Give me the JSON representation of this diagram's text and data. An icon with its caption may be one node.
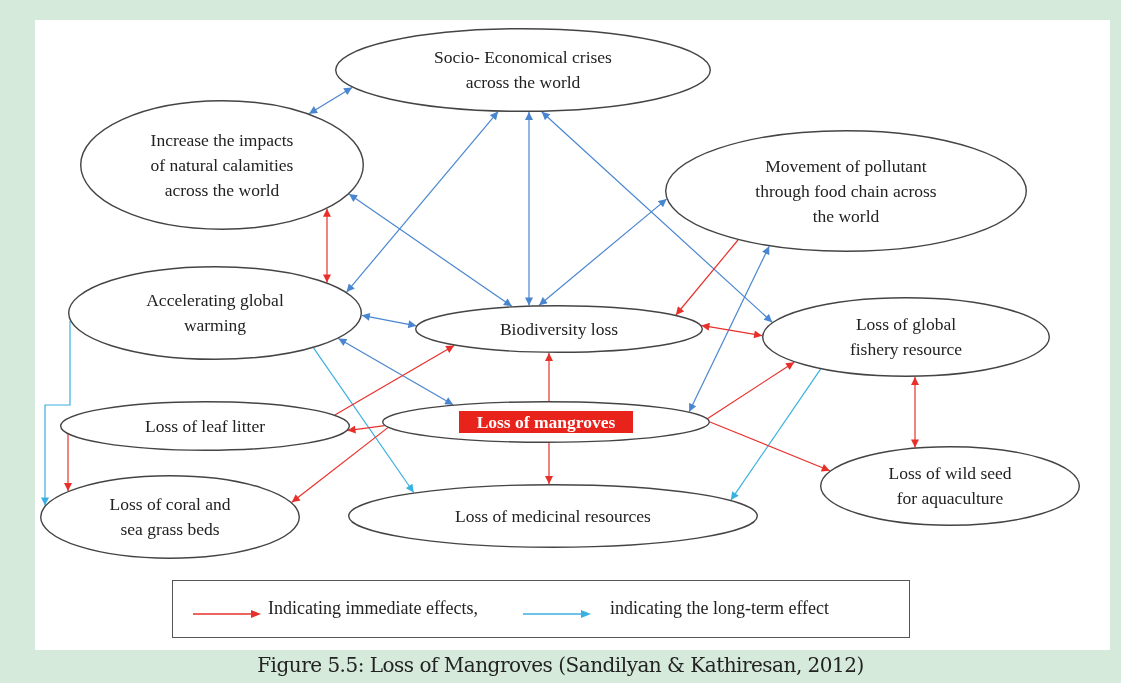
{
  "diagram": {
    "caption": "Figure 5.5: Loss of Mangroves (Sandilyan & Kathiresan, 2012)",
    "nodes": [
      {
        "text": [
          "Socio- Economical crises across the world"
        ]
      },
      {
        "text": [
          "Increase the impacts of natural calamities across the world"
        ]
      },
      {
        "text": [
          "Movement of pollutant through food chain across the world"
        ]
      },
      {
        "text": [
          "Accelerating global warming"
        ]
      },
      {
        "text": [
          "Biodiversity loss"
        ]
      },
      {
        "text": [
          "Loss of global fishery resource"
        ]
      },
      {
        "text": [
          "Loss of leaf litter"
        ]
      },
      {
        "text": [
          "Loss of mangroves"
        ]
      },
      {
        "text": [
          "Loss of wild seed for aquaculture"
        ]
      },
      {
        "text": [
          "Loss of coral and sea grass beds"
        ]
      },
      {
        "text": [
          "Loss of medicinal resources"
        ]
      }
    ],
    "edges": [
      {
        "from": 1,
        "to": 0,
        "arrow": "both",
        "color": "#4a86d0"
      },
      {
        "from": 0,
        "to": 3,
        "arrow": "both",
        "color": "#4a86d0"
      },
      {
        "from": 0,
        "to": 4,
        "arrow": "both",
        "color": "#4a86d0"
      },
      {
        "from": 0,
        "to": 5,
        "arrow": "both",
        "color": "#4a86d0"
      },
      {
        "from": 1,
        "to": 4,
        "arrow": "both",
        "color": "#4a86d0"
      },
      {
        "from": 3,
        "to": 4,
        "arrow": "both",
        "color": "#4a86d0"
      },
      {
        "from": 3,
        "to": 7,
        "arrow": "both",
        "color": "#4a86d0"
      },
      {
        "from": 4,
        "to": 2,
        "arrow": "both",
        "color": "#4a86d0"
      },
      {
        "from": 2,
        "to": 7,
        "arrow": "both",
        "color": "#4a86d0"
      },
      {
        "from": 3,
        "to": 9,
        "arrow": "to",
        "color": "#3ab0e0"
      },
      {
        "from": 3,
        "to": 10,
        "arrow": "to",
        "color": "#3ab0e0"
      },
      {
        "from": 5,
        "to": 10,
        "arrow": "to",
        "color": "#3ab0e0"
      },
      {
        "from": 1,
        "to": 3,
        "arrow": "both"
      },
      {
        "from": 2,
        "to": 4,
        "arrow": "to"
      },
      {
        "from": 4,
        "to": 5,
        "arrow": "both"
      },
      {
        "from": 7,
        "to": 4,
        "arrow": "to"
      },
      {
        "from": 7,
        "to": 10,
        "arrow": "to"
      },
      {
        "from": 7,
        "to": 6,
        "arrow": "to"
      },
      {
        "from": 7,
        "to": 9,
        "arrow": "to"
      },
      {
        "from": 6,
        "to": 4,
        "arrow": "to"
      },
      {
        "from": 7,
        "to": 5,
        "arrow": "to"
      },
      {
        "from": 7,
        "to": 8,
        "arrow": "to"
      },
      {
        "from": 5,
        "to": 8,
        "arrow": "both"
      },
      {
        "from": 6,
        "to": 9,
        "arrow": "to"
      }
    ],
    "legend": [
      {
        "text": "Indicating immediate effects,"
      },
      {
        "text": "indicating the long-term effect"
      }
    ]
  }
}
